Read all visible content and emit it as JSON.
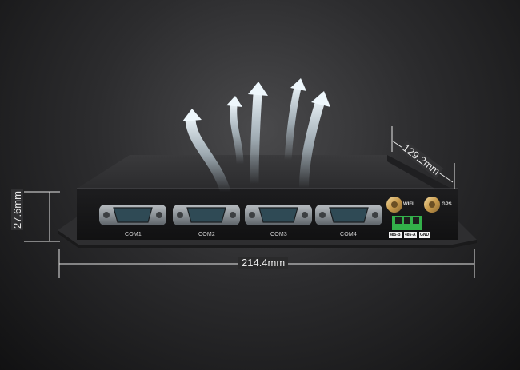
{
  "dimensions": {
    "width": "214.4mm",
    "height": "27.6mm",
    "depth": "129.2mm"
  },
  "ports": [
    {
      "label": "COM1"
    },
    {
      "label": "COM2"
    },
    {
      "label": "COM3"
    },
    {
      "label": "COM4"
    }
  ],
  "antennas": {
    "wifi": "WIFI",
    "gps": "GPS"
  },
  "terminal": {
    "pin1": "485-B",
    "pin2": "485-A",
    "pin3": "GND"
  }
}
